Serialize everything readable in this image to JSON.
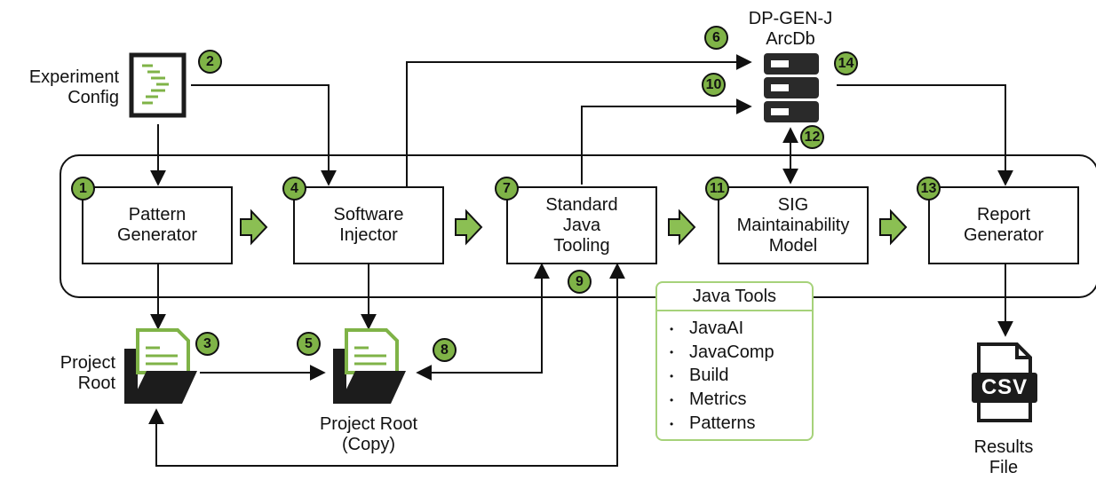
{
  "inputs": {
    "experiment_config": "Experiment\nConfig"
  },
  "database": {
    "title": "DP-GEN-J\nArcDb"
  },
  "pipeline": [
    {
      "step": "1",
      "label": "Pattern\nGenerator"
    },
    {
      "step": "4",
      "label": "Software\nInjector"
    },
    {
      "step": "7",
      "label": "Standard\nJava\nTooling"
    },
    {
      "step": "11",
      "label": "SIG\nMaintainability\nModel"
    },
    {
      "step": "13",
      "label": "Report\nGenerator"
    }
  ],
  "badges": {
    "b2": "2",
    "b3": "3",
    "b5": "5",
    "b6": "6",
    "b8": "8",
    "b9": "9",
    "b10": "10",
    "b12": "12",
    "b14": "14"
  },
  "folders": {
    "project_root": "Project\nRoot",
    "project_root_copy": "Project Root\n(Copy)"
  },
  "java_tools": {
    "title": "Java Tools",
    "items": [
      "JavaAI",
      "JavaComp",
      "Build",
      "Metrics",
      "Patterns"
    ]
  },
  "output": {
    "file_badge": "CSV",
    "label": "Results\nFile"
  },
  "colors": {
    "accent_green": "#7fb347",
    "light_green": "#a6d27a",
    "stroke": "#111111"
  }
}
